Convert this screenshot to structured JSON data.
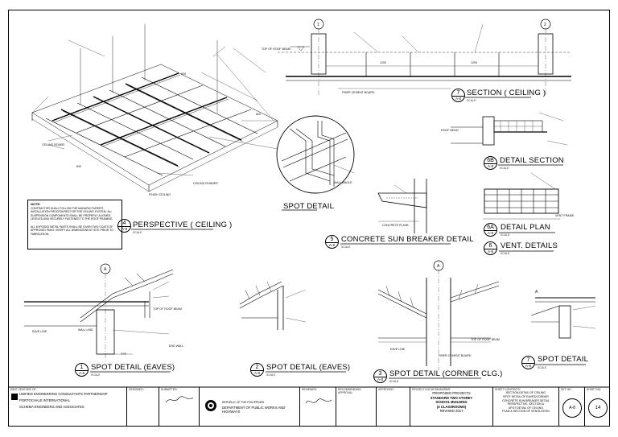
{
  "drawings": {
    "perspective": {
      "num": "4",
      "sheet": "A-8",
      "title": "PERSPECTIVE ( CEILING )",
      "scale": "SCALE"
    },
    "spot_detail_round": {
      "title": "SPOT DETAIL"
    },
    "section_ceiling": {
      "num": "7",
      "sheet": "A-8",
      "title": "SECTION ( CEILING )",
      "scale": "SCALE"
    },
    "detail_section": {
      "num": "6B",
      "sheet": "A-8",
      "title": "DETAIL SECTION",
      "scale": "SCALE"
    },
    "detail_plan": {
      "num": "6A",
      "sheet": "A-8",
      "title": "DETAIL PLAN",
      "scale": "SCALE"
    },
    "concrete_sun_breaker": {
      "num": "5",
      "sheet": "A-8",
      "title": "CONCRETE SUN BREAKER DETAIL",
      "scale": "SCALE"
    },
    "vent_details": {
      "num": "6",
      "sheet": "A-8",
      "title": "VENT. DETAILS",
      "scale": "SCALE"
    },
    "spot_eaves_1": {
      "num": "1",
      "sheet": "A-8",
      "title": "SPOT DETAIL (EAVES)",
      "scale": "SCALE"
    },
    "spot_eaves_2": {
      "num": "2",
      "sheet": "A-8",
      "title": "SPOT DETAIL (EAVES)",
      "scale": "SCALE"
    },
    "spot_corner": {
      "num": "3",
      "sheet": "A-8",
      "title": "SPOT DETAIL (CORNER CLG.)",
      "scale": "SCALE"
    },
    "spot_detail_7": {
      "num": "7",
      "sheet": "A-8",
      "title": "SPOT DETAIL",
      "scale": "SCALE"
    }
  },
  "grid_bubbles": {
    "one": "1",
    "two": "2",
    "a1": "A",
    "a2": "A",
    "a3": "A"
  },
  "callouts": {
    "top_of_roof_beam": "TOP OF ROOF BEAM",
    "top_of_roof_beam_2": "TOP OF ROOF BEAM",
    "top_of_roof_beam_3": "TOP OF ROOF BEAM",
    "finish_ceiling": "FINISH CEILING",
    "ceiling_board": "CEILING BOARD",
    "roof_beam": "ROOF BEAM",
    "fiber_cement_board": "FIBER CEMENT BOARD",
    "fiber_cement_board_2": "FIBER CEMENT BOARD",
    "ceiling_runner": "CEILING RUNNER",
    "wall_angle": "WALL ANGLE",
    "eave_line": "EAVE LINE",
    "eave_line_2": "EAVE LINE",
    "wall_line": "WALL LINE",
    "end_wall": "END WALL",
    "typ": "TYP.",
    "vent_frame": "VENT FRAME",
    "concrete_plank": "CONCRETE PLANK"
  },
  "dimensions": {
    "d1200": "1200",
    "d1200b": "1200",
    "d600": "600",
    "d600b": "600",
    "d600c": "600"
  },
  "note": {
    "heading": "NOTE:",
    "p1": "CONTRACTOR SHALL FOLLOW THE MANUFACTURER'S INSTALLATION PROCEDURES FOR THE CEILING SYSTEM. ALL SUSPENSION COMPONENTS SHALL BE PROPERLY ALIGNED, LEVELED AND SECURELY FASTENED TO THE ROOF FRAMING.",
    "p2": "ALL EXPOSED METAL PARTS SHALL BE GIVEN TWO COATS OF APPROVED PAINT. VERIFY ALL DIMENSIONS AT SITE PRIOR TO FABRICATION."
  },
  "title_block": {
    "joint_venture_label": "JOINT VENTURE OF:",
    "firms": [
      "UNIFIED ENGINEERING CONSULTANTS PARTNERSHIP",
      "PORTOCHALE INTERNATIONAL",
      "SCHEMA ENGINEERS AND ASSOCIATES"
    ],
    "designed_label": "DESIGNED:",
    "submitted_label": "SUBMITTED:",
    "agency": "DEPARTMENT OF PUBLIC WORKS AND HIGHWAYS",
    "agency_small": "REPUBLIC OF THE PHILIPPINES",
    "reviewed_label": "REVIEWED:",
    "recommending_label": "RECOMMENDING APPROVAL:",
    "approved_label": "APPROVED:",
    "project_label": "PROJECT/LOCATION/SUBMIT:",
    "sheet_contents_label": "SHEET CONTENTS:",
    "project_lines": [
      "PROPOSED PROJECTS",
      "STANDARD TWO STOREY",
      "SCHOOL BUILDING",
      "(4 CLASSROOMS)",
      "REVISED 2017"
    ],
    "sheet_contents": [
      "SECTION DETAIL OF CEILING",
      "SPOT DETAIL OF EAVES/CORNER",
      "CONCRETE SUN BREAKER DETAIL",
      "PERSPECTIVE, SECTION &",
      "SPOT DETAIL OF CEILING",
      "PLAN & SECTION OF VENTILATION"
    ],
    "set_label": "SET NO.",
    "sheet_no_label": "SHEET NO.",
    "sheet_code": "A-8",
    "sheet_num": "14"
  }
}
